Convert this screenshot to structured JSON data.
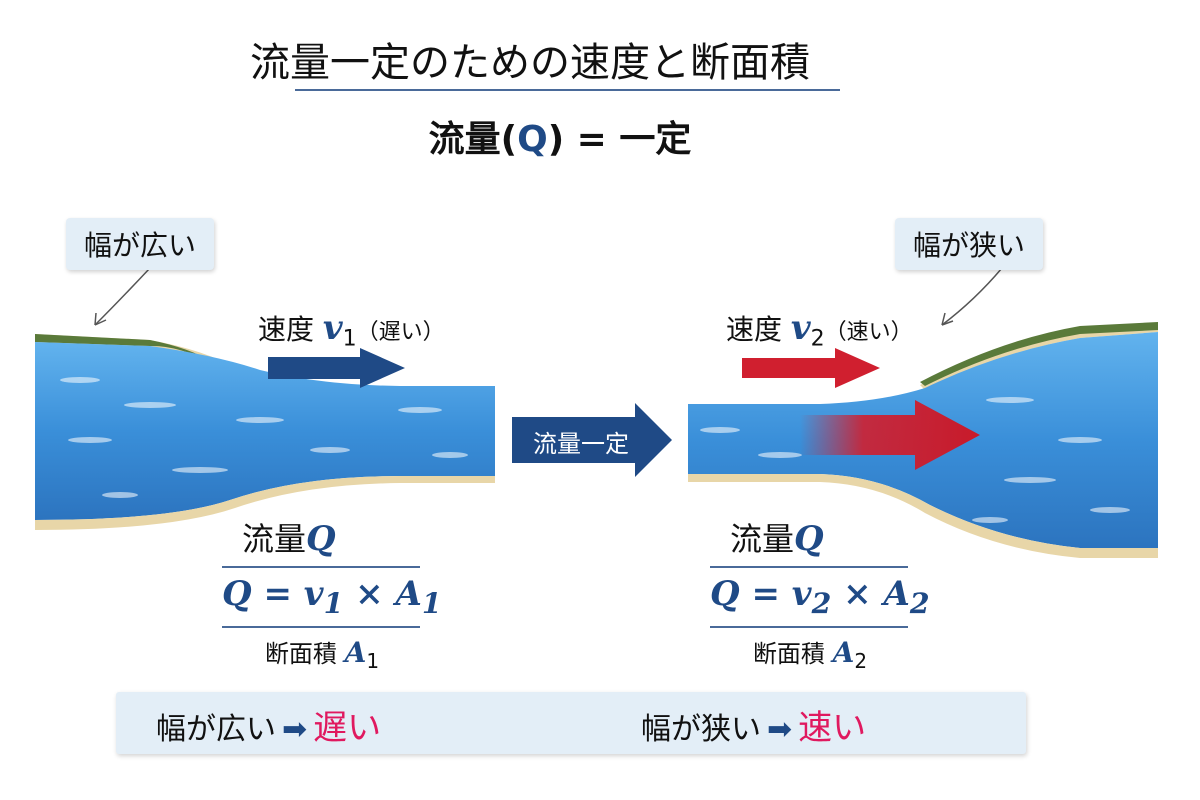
{
  "title": "流量一定のための速度と断面積",
  "subtitle": {
    "prefix": "流量",
    "open": "(",
    "q": "Q",
    "close": ")",
    "suffix": " = 一定"
  },
  "notes": {
    "left": "幅が広い",
    "right": "幅が狭い"
  },
  "velocity": {
    "left": {
      "label": "速度 ",
      "sym": "v",
      "sub": "1",
      "note": "（遅い）"
    },
    "right": {
      "label": "速度 ",
      "sym": "v",
      "sub": "2",
      "note": "（速い）"
    }
  },
  "middle_arrow_label": "流量一定",
  "formulas": {
    "left": {
      "flow_label": "流量",
      "flow_sym": "Q",
      "eq_q": "Q",
      "eq_op": " = ",
      "eq_v": "v",
      "eq_v_sub": "1",
      "eq_times": " × ",
      "eq_a": "A",
      "eq_a_sub": "1",
      "area_label": "断面積 ",
      "area_sym": "A",
      "area_sub": "1"
    },
    "right": {
      "flow_label": "流量",
      "flow_sym": "Q",
      "eq_q": "Q",
      "eq_op": " = ",
      "eq_v": "v",
      "eq_v_sub": "2",
      "eq_times": " × ",
      "eq_a": "A",
      "eq_a_sub": "2",
      "area_label": "断面積 ",
      "area_sym": "A",
      "area_sub": "2"
    }
  },
  "summary": {
    "left": {
      "cond": "幅が広い",
      "arrow": "➡",
      "result": "遅い"
    },
    "right": {
      "cond": "幅が狭い",
      "arrow": "➡",
      "result": "速い"
    }
  },
  "colors": {
    "accent_blue": "#1f4a86",
    "highlight_pink": "#e0195f",
    "water": "#3e8fd8",
    "fast_red": "#d01f2f",
    "bank": "#e8d6a8",
    "grass": "#5a7a3a"
  },
  "icons": [
    "arrow-right-icon",
    "callout-pointer-icon"
  ]
}
